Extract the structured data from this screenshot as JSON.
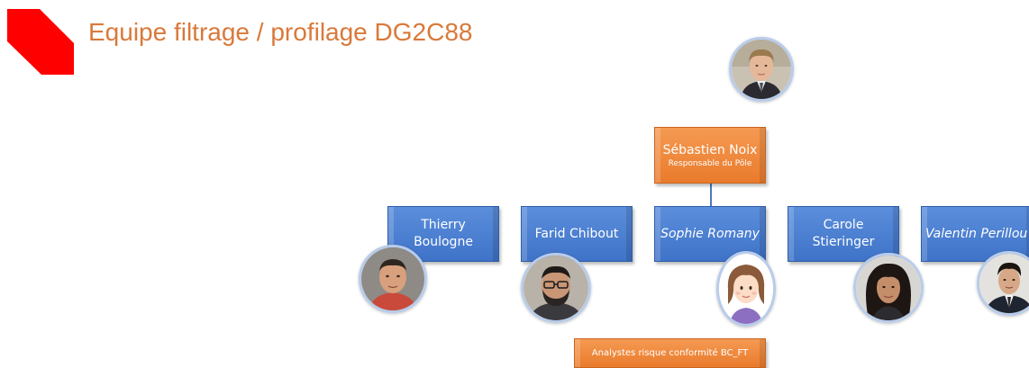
{
  "slide": {
    "title": "Equipe filtrage / profilage DG2C88"
  },
  "colors": {
    "title": "#D9793A",
    "logo": "#FF0000",
    "blue_box": "#4A7ECF",
    "orange_box": "#EE8840"
  },
  "manager": {
    "name": "Sébastien Noix",
    "role": "Responsable du Pôle"
  },
  "members": [
    {
      "name_line1": "Thierry",
      "name_line2": "Boulogne"
    },
    {
      "name_line1": "Farid Chibout",
      "name_line2": ""
    },
    {
      "name_line1": "Sophie Romany",
      "name_line2": ""
    },
    {
      "name_line1": "Carole",
      "name_line2": "Stieringer"
    },
    {
      "name_line1": "Valentin Perillou",
      "name_line2": ""
    }
  ],
  "team_label": "Analystes risque conformité BC_FT"
}
